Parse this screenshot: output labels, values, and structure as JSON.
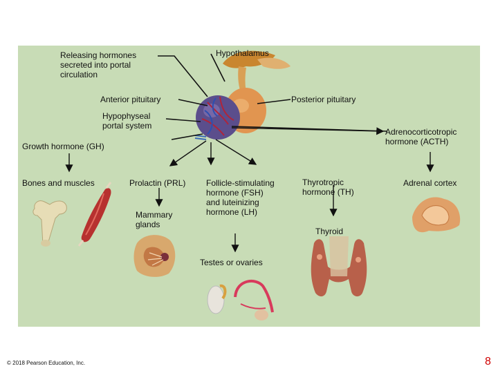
{
  "labels": {
    "hypothalamus": "Hypothalamus",
    "releasing": "Releasing hormones\nsecreted into portal\ncirculation",
    "anterior_pituitary": "Anterior pituitary",
    "posterior_pituitary": "Posterior pituitary",
    "portal_system": "Hypophyseal\nportal system",
    "acth": "Adrenocorticotropic\nhormone (ACTH)",
    "gh": "Growth hormone (GH)",
    "bones_muscles": "Bones and muscles",
    "prl": "Prolactin (PRL)",
    "fsh_lh": "Follicle-stimulating\nhormone (FSH)\nand luteinizing\nhormone (LH)",
    "th": "Thyrotropic\nhormone (TH)",
    "adrenal_cortex": "Adrenal cortex",
    "mammary": "Mammary\nglands",
    "thyroid": "Thyroid",
    "testes_ovaries": "Testes or ovaries"
  },
  "footer": {
    "copyright": "© 2018 Pearson Education, Inc.",
    "page_number": "8"
  },
  "colors": {
    "panel": "#c8dcb6",
    "page_number": "#d00000"
  }
}
